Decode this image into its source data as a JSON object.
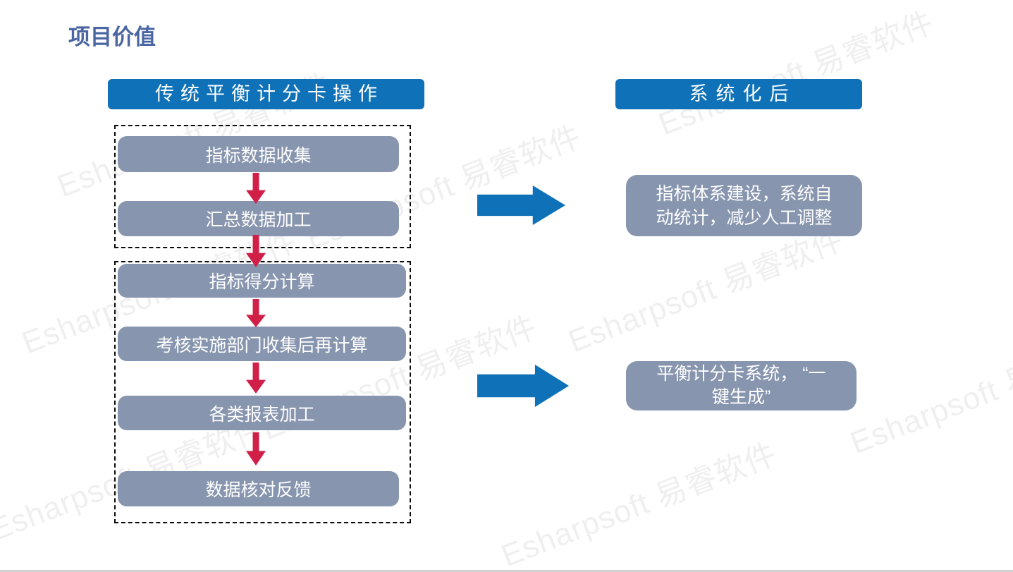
{
  "title": "项目价值",
  "left": {
    "header": "传统平衡计分卡操作",
    "steps": [
      "指标数据收集",
      "汇总数据加工",
      "指标得分计算",
      "考核实施部门收集后再计算",
      "各类报表加工",
      "数据核对反馈"
    ]
  },
  "right": {
    "header": "系统化后",
    "result1": {
      "line1": "指标体系建设，系统自",
      "line2": "动统计，减少人工调整"
    },
    "result2": {
      "line1": "平衡计分卡系统， “一",
      "line2": "键生成”"
    }
  },
  "watermark": "Esharpsoft 易睿软件",
  "colors": {
    "accent_blue": "#0F72B8",
    "box_gray": "#8795AF",
    "arrow_red": "#D02048",
    "title_blue": "#4A66A3"
  }
}
